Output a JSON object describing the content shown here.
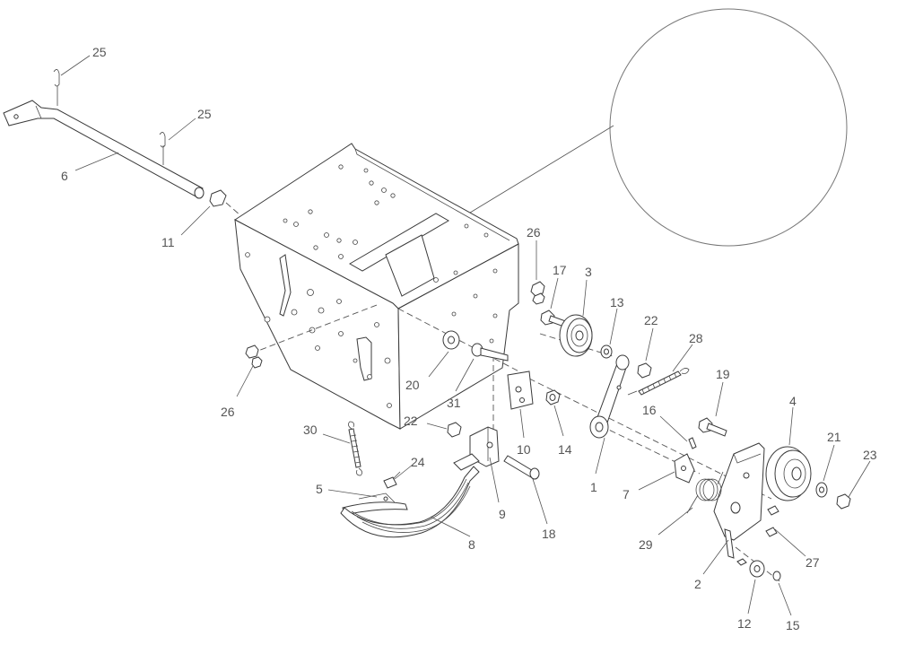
{
  "diagram": {
    "callouts": [
      {
        "id": "c25a",
        "text": "25"
      },
      {
        "id": "c25b",
        "text": "25"
      },
      {
        "id": "c6a",
        "text": "6"
      },
      {
        "id": "c11",
        "text": "11"
      },
      {
        "id": "c26a",
        "text": "26"
      },
      {
        "id": "c17",
        "text": "17"
      },
      {
        "id": "c3",
        "text": "3"
      },
      {
        "id": "c13",
        "text": "13"
      },
      {
        "id": "c22a",
        "text": "22"
      },
      {
        "id": "c28",
        "text": "28"
      },
      {
        "id": "c19",
        "text": "19"
      },
      {
        "id": "c4",
        "text": "4"
      },
      {
        "id": "c21",
        "text": "21"
      },
      {
        "id": "c23",
        "text": "23"
      },
      {
        "id": "c16",
        "text": "16"
      },
      {
        "id": "c20",
        "text": "20"
      },
      {
        "id": "c31",
        "text": "31"
      },
      {
        "id": "c26b",
        "text": "26"
      },
      {
        "id": "c22b",
        "text": "22"
      },
      {
        "id": "c10",
        "text": "10"
      },
      {
        "id": "c14",
        "text": "14"
      },
      {
        "id": "c1",
        "text": "1"
      },
      {
        "id": "c30",
        "text": "30"
      },
      {
        "id": "c24",
        "text": "24"
      },
      {
        "id": "c5",
        "text": "5"
      },
      {
        "id": "c9",
        "text": "9"
      },
      {
        "id": "c18",
        "text": "18"
      },
      {
        "id": "c7",
        "text": "7"
      },
      {
        "id": "c29",
        "text": "29"
      },
      {
        "id": "c8",
        "text": "8"
      },
      {
        "id": "c2",
        "text": "2"
      },
      {
        "id": "c27",
        "text": "27"
      },
      {
        "id": "c12",
        "text": "12"
      },
      {
        "id": "c15",
        "text": "15"
      }
    ]
  }
}
